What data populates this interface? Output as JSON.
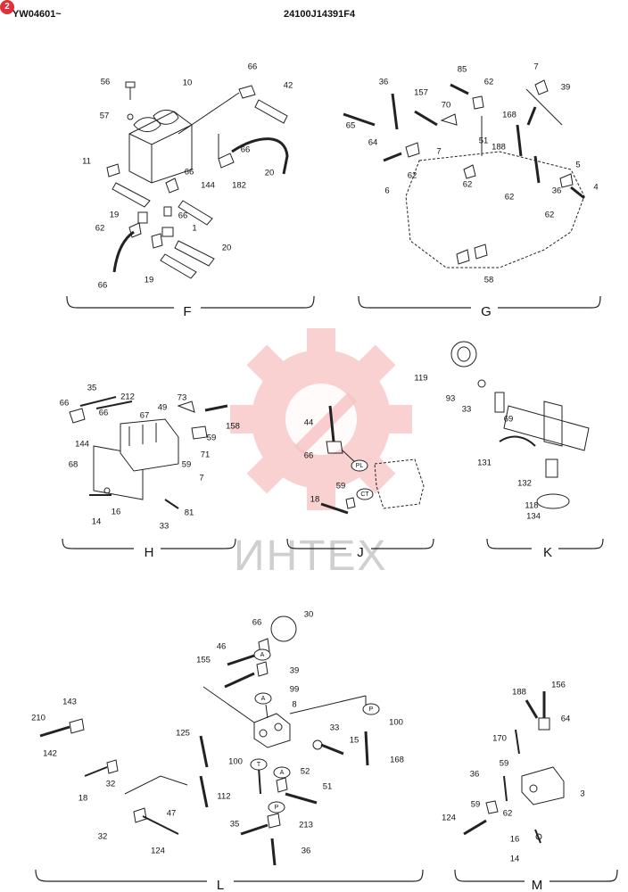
{
  "header": {
    "page_badge": "2",
    "left_code": "YW04601~",
    "drawing_code": "24100J14391F4"
  },
  "watermark": {
    "text": "ИНТЕХ",
    "color": "#f0a0a0"
  },
  "sections": [
    {
      "id": "F",
      "label": "F",
      "callouts": [
        "56",
        "10",
        "66",
        "42",
        "57",
        "11",
        "66",
        "20",
        "66",
        "182",
        "19",
        "144",
        "66",
        "62",
        "1",
        "20",
        "66",
        "19"
      ]
    },
    {
      "id": "G",
      "label": "G",
      "callouts": [
        "7",
        "85",
        "36",
        "157",
        "62",
        "39",
        "70",
        "65",
        "168",
        "51",
        "188",
        "64",
        "7",
        "62",
        "5",
        "6",
        "62",
        "36",
        "4",
        "62",
        "62",
        "58"
      ]
    },
    {
      "id": "H",
      "label": "H",
      "callouts": [
        "35",
        "212",
        "73",
        "66",
        "66",
        "67",
        "49",
        "158",
        "144",
        "59",
        "68",
        "71",
        "59",
        "7",
        "16",
        "14",
        "33",
        "81"
      ]
    },
    {
      "id": "J",
      "label": "J",
      "callouts": [
        "44",
        "66",
        "PL",
        "59",
        "CT",
        "18"
      ]
    },
    {
      "id": "K",
      "label": "K",
      "callouts": [
        "119",
        "93",
        "33",
        "69",
        "131",
        "132",
        "118",
        "134"
      ]
    },
    {
      "id": "L",
      "label": "L",
      "callouts": [
        "30",
        "66",
        "46",
        "A",
        "155",
        "39",
        "99",
        "A",
        "8",
        "143",
        "P",
        "100",
        "210",
        "33",
        "125",
        "15",
        "142",
        "T",
        "100",
        "168",
        "A",
        "52",
        "51",
        "32",
        "18",
        "112",
        "47",
        "P",
        "213",
        "32",
        "35",
        "36",
        "124"
      ]
    },
    {
      "id": "M",
      "label": "M",
      "callouts": [
        "188",
        "156",
        "64",
        "170",
        "59",
        "36",
        "3",
        "59",
        "62",
        "124",
        "16",
        "14"
      ]
    }
  ]
}
